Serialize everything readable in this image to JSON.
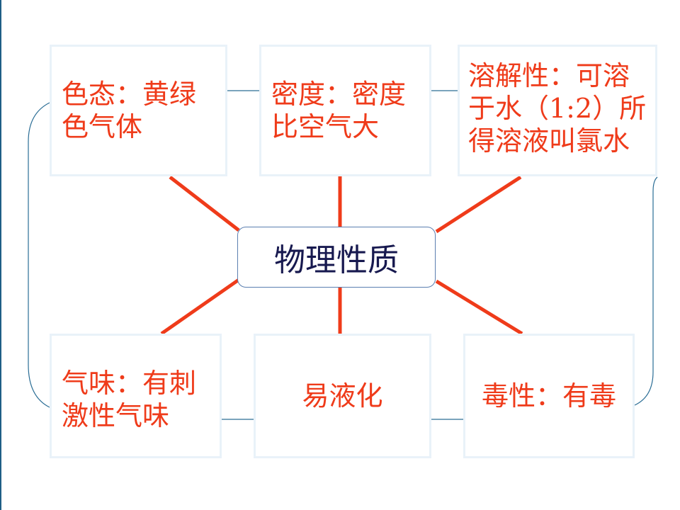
{
  "center": {
    "label": "物理性质"
  },
  "properties": [
    {
      "key": "color",
      "lines": [
        "色态：黄绿",
        "色气体"
      ]
    },
    {
      "key": "density",
      "lines": [
        "密度：密度",
        "比空气大"
      ]
    },
    {
      "key": "solubility",
      "lines": [
        "溶解性：可溶",
        "于水（1:2）所",
        "得溶液叫氯水"
      ]
    },
    {
      "key": "odor",
      "lines": [
        "气味：有刺",
        "激性气味"
      ]
    },
    {
      "key": "liquefy",
      "lines": [
        "易液化"
      ]
    },
    {
      "key": "toxicity",
      "lines": [
        "毒性：有毒"
      ]
    }
  ],
  "colors": {
    "text": "#ef3b1a",
    "spoke": "#ef3b1a",
    "center_text": "#17194f",
    "connector": "#2a6d95",
    "box_border": "#e9f2f9"
  }
}
